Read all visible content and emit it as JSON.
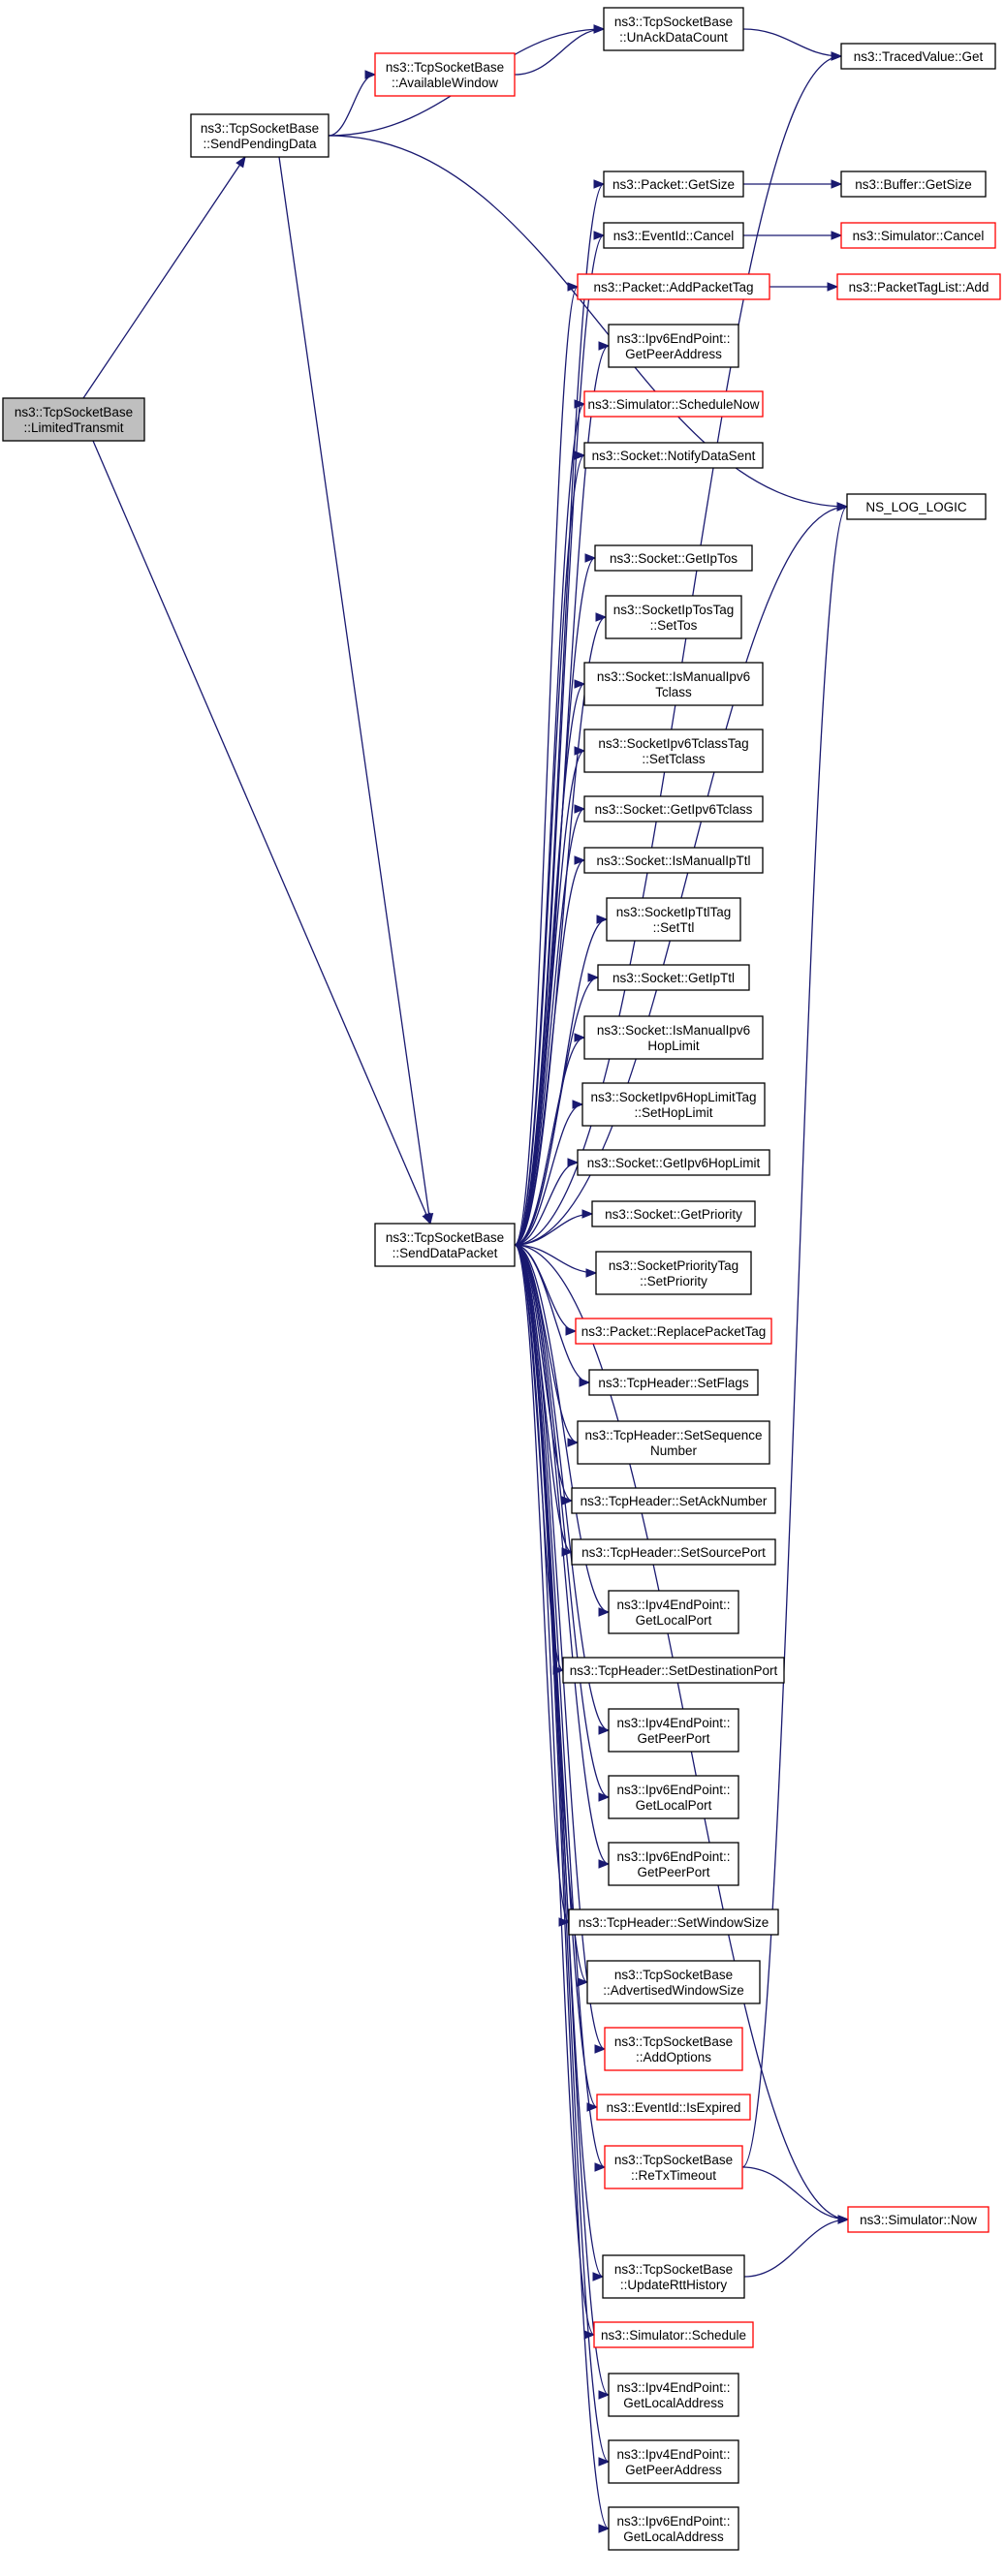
{
  "diagram": {
    "edge_color": "#191970",
    "link_missing_color": "#ff0000",
    "root_fill": "#bfbfbf",
    "nodes": [
      {
        "id": "limited",
        "lines": [
          "ns3::TcpSocketBase",
          "::LimitedTransmit"
        ],
        "style": "root"
      },
      {
        "id": "sendpending",
        "lines": [
          "ns3::TcpSocketBase",
          "::SendPendingData"
        ],
        "style": "normal"
      },
      {
        "id": "availwin",
        "lines": [
          "ns3::TcpSocketBase",
          "::AvailableWindow"
        ],
        "style": "red"
      },
      {
        "id": "unack",
        "lines": [
          "ns3::TcpSocketBase",
          "::UnAckDataCount"
        ],
        "style": "normal"
      },
      {
        "id": "tracedget",
        "lines": [
          "ns3::TracedValue::Get"
        ],
        "style": "normal"
      },
      {
        "id": "senddata",
        "lines": [
          "ns3::TcpSocketBase",
          "::SendDataPacket"
        ],
        "style": "normal"
      },
      {
        "id": "getsize",
        "lines": [
          "ns3::Packet::GetSize"
        ],
        "style": "normal"
      },
      {
        "id": "buffergetsize",
        "lines": [
          "ns3::Buffer::GetSize"
        ],
        "style": "normal"
      },
      {
        "id": "eventcancel",
        "lines": [
          "ns3::EventId::Cancel"
        ],
        "style": "normal"
      },
      {
        "id": "simcancel",
        "lines": [
          "ns3::Simulator::Cancel"
        ],
        "style": "red"
      },
      {
        "id": "addpackettag",
        "lines": [
          "ns3::Packet::AddPacketTag"
        ],
        "style": "red"
      },
      {
        "id": "taglistadd",
        "lines": [
          "ns3::PacketTagList::Add"
        ],
        "style": "red"
      },
      {
        "id": "ipv6peeraddr",
        "lines": [
          "ns3::Ipv6EndPoint::",
          "GetPeerAddress"
        ],
        "style": "normal"
      },
      {
        "id": "schednow",
        "lines": [
          "ns3::Simulator::ScheduleNow"
        ],
        "style": "red"
      },
      {
        "id": "notifysent",
        "lines": [
          "ns3::Socket::NotifyDataSent"
        ],
        "style": "normal"
      },
      {
        "id": "nslog",
        "lines": [
          "NS_LOG_LOGIC"
        ],
        "style": "normal"
      },
      {
        "id": "getiptos",
        "lines": [
          "ns3::Socket::GetIpTos"
        ],
        "style": "normal"
      },
      {
        "id": "iptostag",
        "lines": [
          "ns3::SocketIpTosTag",
          "::SetTos"
        ],
        "style": "normal"
      },
      {
        "id": "ismanualv6tclass",
        "lines": [
          "ns3::Socket::IsManualIpv6",
          "Tclass"
        ],
        "style": "normal"
      },
      {
        "id": "v6tclasstag",
        "lines": [
          "ns3::SocketIpv6TclassTag",
          "::SetTclass"
        ],
        "style": "normal"
      },
      {
        "id": "getv6tclass",
        "lines": [
          "ns3::Socket::GetIpv6Tclass"
        ],
        "style": "normal"
      },
      {
        "id": "ismanualipttl",
        "lines": [
          "ns3::Socket::IsManualIpTtl"
        ],
        "style": "normal"
      },
      {
        "id": "ipttltag",
        "lines": [
          "ns3::SocketIpTtlTag",
          "::SetTtl"
        ],
        "style": "normal"
      },
      {
        "id": "getipttl",
        "lines": [
          "ns3::Socket::GetIpTtl"
        ],
        "style": "normal"
      },
      {
        "id": "ismanualv6hop",
        "lines": [
          "ns3::Socket::IsManualIpv6",
          "HopLimit"
        ],
        "style": "normal"
      },
      {
        "id": "v6hoptag",
        "lines": [
          "ns3::SocketIpv6HopLimitTag",
          "::SetHopLimit"
        ],
        "style": "normal"
      },
      {
        "id": "getv6hop",
        "lines": [
          "ns3::Socket::GetIpv6HopLimit"
        ],
        "style": "normal"
      },
      {
        "id": "getpriority",
        "lines": [
          "ns3::Socket::GetPriority"
        ],
        "style": "normal"
      },
      {
        "id": "prioritytag",
        "lines": [
          "ns3::SocketPriorityTag",
          "::SetPriority"
        ],
        "style": "normal"
      },
      {
        "id": "replacetag",
        "lines": [
          "ns3::Packet::ReplacePacketTag"
        ],
        "style": "red"
      },
      {
        "id": "setflags",
        "lines": [
          "ns3::TcpHeader::SetFlags"
        ],
        "style": "normal"
      },
      {
        "id": "setseq",
        "lines": [
          "ns3::TcpHeader::SetSequence",
          "Number"
        ],
        "style": "normal"
      },
      {
        "id": "setack",
        "lines": [
          "ns3::TcpHeader::SetAckNumber"
        ],
        "style": "normal"
      },
      {
        "id": "setsrcport",
        "lines": [
          "ns3::TcpHeader::SetSourcePort"
        ],
        "style": "normal"
      },
      {
        "id": "v4localport",
        "lines": [
          "ns3::Ipv4EndPoint::",
          "GetLocalPort"
        ],
        "style": "normal"
      },
      {
        "id": "setdstport",
        "lines": [
          "ns3::TcpHeader::SetDestinationPort"
        ],
        "style": "normal"
      },
      {
        "id": "v4peerport",
        "lines": [
          "ns3::Ipv4EndPoint::",
          "GetPeerPort"
        ],
        "style": "normal"
      },
      {
        "id": "v6localport",
        "lines": [
          "ns3::Ipv6EndPoint::",
          "GetLocalPort"
        ],
        "style": "normal"
      },
      {
        "id": "v6peerport",
        "lines": [
          "ns3::Ipv6EndPoint::",
          "GetPeerPort"
        ],
        "style": "normal"
      },
      {
        "id": "setwinsize",
        "lines": [
          "ns3::TcpHeader::SetWindowSize"
        ],
        "style": "normal"
      },
      {
        "id": "advwinsize",
        "lines": [
          "ns3::TcpSocketBase",
          "::AdvertisedWindowSize"
        ],
        "style": "normal"
      },
      {
        "id": "addoptions",
        "lines": [
          "ns3::TcpSocketBase",
          "::AddOptions"
        ],
        "style": "red"
      },
      {
        "id": "isexpired",
        "lines": [
          "ns3::EventId::IsExpired"
        ],
        "style": "red"
      },
      {
        "id": "retxtimeout",
        "lines": [
          "ns3::TcpSocketBase",
          "::ReTxTimeout"
        ],
        "style": "red"
      },
      {
        "id": "simnow",
        "lines": [
          "ns3::Simulator::Now"
        ],
        "style": "red"
      },
      {
        "id": "updatertt",
        "lines": [
          "ns3::TcpSocketBase",
          "::UpdateRttHistory"
        ],
        "style": "normal"
      },
      {
        "id": "simschedule",
        "lines": [
          "ns3::Simulator::Schedule"
        ],
        "style": "red"
      },
      {
        "id": "v4localaddr",
        "lines": [
          "ns3::Ipv4EndPoint::",
          "GetLocalAddress"
        ],
        "style": "normal"
      },
      {
        "id": "v4peeraddr",
        "lines": [
          "ns3::Ipv4EndPoint::",
          "GetPeerAddress"
        ],
        "style": "normal"
      },
      {
        "id": "v6localaddr",
        "lines": [
          "ns3::Ipv6EndPoint::",
          "GetLocalAddress"
        ],
        "style": "normal"
      }
    ],
    "edges": [
      [
        "limited",
        "sendpending"
      ],
      [
        "limited",
        "senddata"
      ],
      [
        "sendpending",
        "availwin"
      ],
      [
        "sendpending",
        "unack"
      ],
      [
        "sendpending",
        "senddata"
      ],
      [
        "sendpending",
        "nslog"
      ],
      [
        "availwin",
        "unack"
      ],
      [
        "unack",
        "tracedget"
      ],
      [
        "getsize",
        "buffergetsize"
      ],
      [
        "eventcancel",
        "simcancel"
      ],
      [
        "addpackettag",
        "taglistadd"
      ],
      [
        "senddata",
        "tracedget"
      ],
      [
        "senddata",
        "getsize"
      ],
      [
        "senddata",
        "eventcancel"
      ],
      [
        "senddata",
        "addpackettag"
      ],
      [
        "senddata",
        "ipv6peeraddr"
      ],
      [
        "senddata",
        "schednow"
      ],
      [
        "senddata",
        "notifysent"
      ],
      [
        "senddata",
        "nslog"
      ],
      [
        "senddata",
        "getiptos"
      ],
      [
        "senddata",
        "iptostag"
      ],
      [
        "senddata",
        "ismanualv6tclass"
      ],
      [
        "senddata",
        "v6tclasstag"
      ],
      [
        "senddata",
        "getv6tclass"
      ],
      [
        "senddata",
        "ismanualipttl"
      ],
      [
        "senddata",
        "ipttltag"
      ],
      [
        "senddata",
        "getipttl"
      ],
      [
        "senddata",
        "ismanualv6hop"
      ],
      [
        "senddata",
        "v6hoptag"
      ],
      [
        "senddata",
        "getv6hop"
      ],
      [
        "senddata",
        "getpriority"
      ],
      [
        "senddata",
        "prioritytag"
      ],
      [
        "senddata",
        "replacetag"
      ],
      [
        "senddata",
        "setflags"
      ],
      [
        "senddata",
        "setseq"
      ],
      [
        "senddata",
        "setack"
      ],
      [
        "senddata",
        "setsrcport"
      ],
      [
        "senddata",
        "v4localport"
      ],
      [
        "senddata",
        "setdstport"
      ],
      [
        "senddata",
        "v4peerport"
      ],
      [
        "senddata",
        "v6localport"
      ],
      [
        "senddata",
        "v6peerport"
      ],
      [
        "senddata",
        "setwinsize"
      ],
      [
        "senddata",
        "advwinsize"
      ],
      [
        "senddata",
        "addoptions"
      ],
      [
        "senddata",
        "isexpired"
      ],
      [
        "senddata",
        "retxtimeout"
      ],
      [
        "senddata",
        "simnow"
      ],
      [
        "senddata",
        "updatertt"
      ],
      [
        "senddata",
        "simschedule"
      ],
      [
        "senddata",
        "v4localaddr"
      ],
      [
        "senddata",
        "v4peeraddr"
      ],
      [
        "senddata",
        "v6localaddr"
      ],
      [
        "retxtimeout",
        "nslog"
      ],
      [
        "retxtimeout",
        "simnow"
      ],
      [
        "updatertt",
        "simnow"
      ]
    ]
  }
}
